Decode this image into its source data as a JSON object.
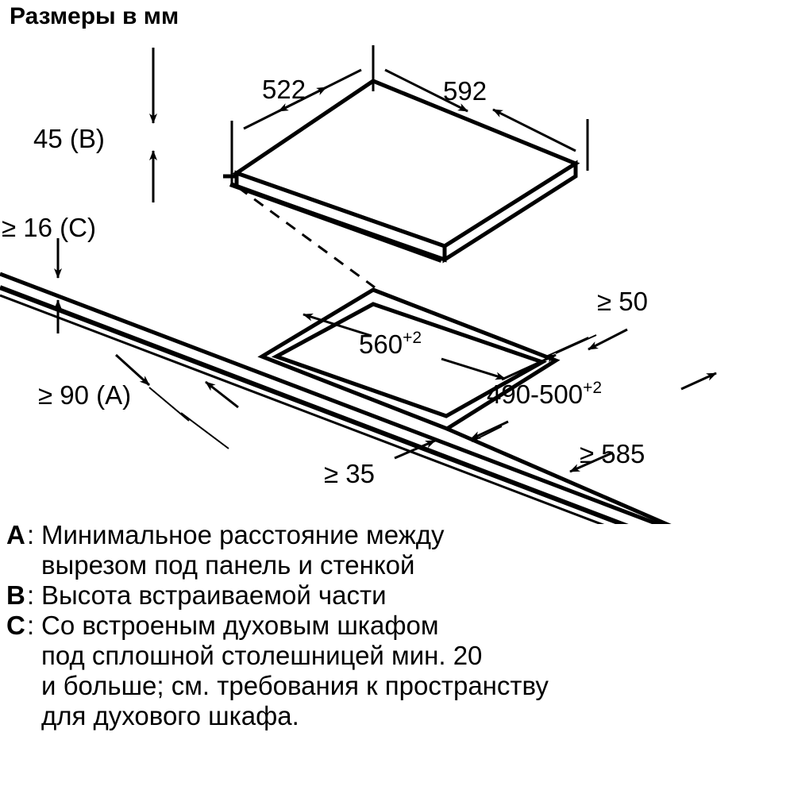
{
  "title": "Размеры в мм",
  "units_note": "мм",
  "dimensions": {
    "width_522": "522",
    "width_592": "592",
    "height_45_B": "45 (B)",
    "gap_16_C": "≥ 16 (C)",
    "dist_90_A": "≥ 90 (A)",
    "cut_560_base": "560",
    "cut_560_sup": "+2",
    "cut_490_500_base": "490-500",
    "cut_490_500_sup": "+2",
    "edge_50": "≥ 50",
    "edge_35": "≥ 35",
    "depth_585": "≥ 585"
  },
  "dimension_list": [
    {
      "id": "d522",
      "label": "522",
      "sup": "",
      "meaning": "hob-width-left-edge"
    },
    {
      "id": "d592",
      "label": "592",
      "sup": "",
      "meaning": "hob-width-right-edge"
    },
    {
      "id": "d45B",
      "label": "45 (B)",
      "sup": "",
      "meaning": "built-in-part-height"
    },
    {
      "id": "d16C",
      "label": "≥ 16 (C)",
      "sup": "",
      "meaning": "worktop-thickness-min"
    },
    {
      "id": "d90A",
      "label": "≥ 90 (A)",
      "sup": "",
      "meaning": "min-distance-cutout-to-wall"
    },
    {
      "id": "d560",
      "label": "560",
      "sup": "+2",
      "meaning": "cutout-width"
    },
    {
      "id": "d490",
      "label": "490-500",
      "sup": "+2",
      "meaning": "cutout-depth"
    },
    {
      "id": "d50",
      "label": "≥ 50",
      "sup": "",
      "meaning": "min-rear-clearance"
    },
    {
      "id": "d35",
      "label": "≥ 35",
      "sup": "",
      "meaning": "min-front-clearance"
    },
    {
      "id": "d585",
      "label": "≥ 585",
      "sup": "",
      "meaning": "min-worktop-depth"
    }
  ],
  "legend": [
    {
      "key": "A",
      "separator": ":",
      "lines": [
        "Минимальное расстояние между",
        "вырезом под панель и стенкой"
      ]
    },
    {
      "key": "B",
      "separator": ":",
      "lines": [
        "Высота встраиваемой части"
      ]
    },
    {
      "key": "C",
      "separator": ":",
      "lines": [
        "Со встроеным духовым шкафом",
        "под сплошной столешницей мин. 20",
        "и больше; см. требования к пространству",
        "для духового шкафа."
      ]
    }
  ],
  "colors": {
    "ink": "#000000",
    "paper": "#ffffff"
  }
}
